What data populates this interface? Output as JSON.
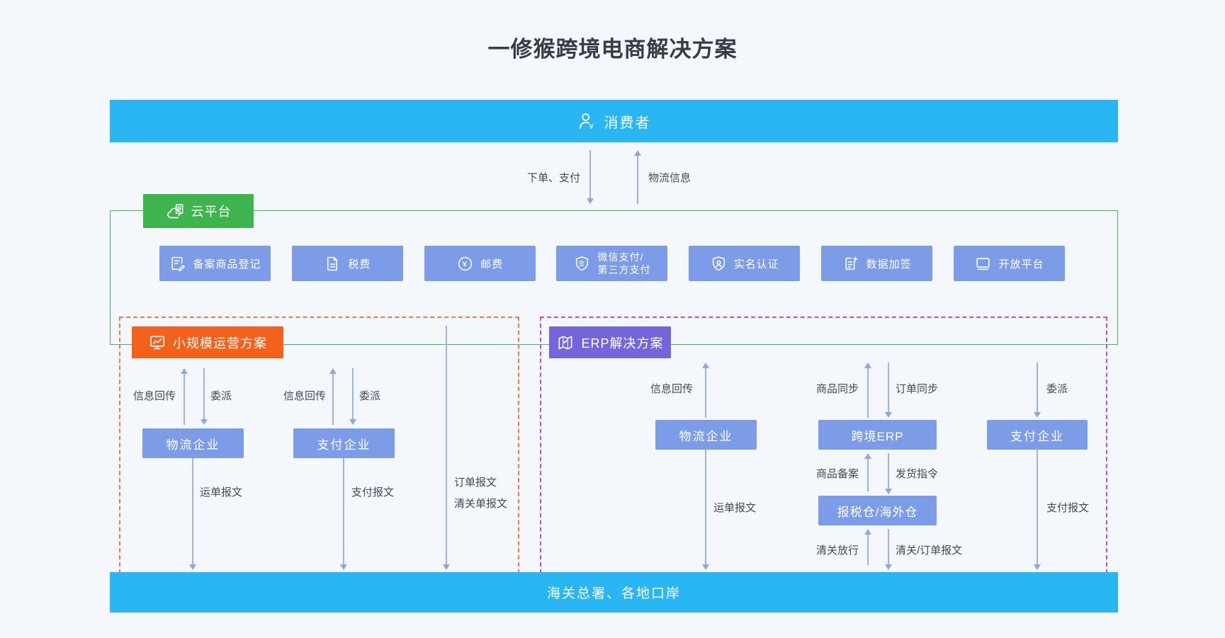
{
  "page": {
    "title": "一修猴跨境电商解决方案"
  },
  "colors": {
    "banner_blue": "#29b6f2",
    "box_blue": "#7d9ce8",
    "green": "#3db44d",
    "green_border": "#44b854",
    "orange": "#f4611c",
    "orange_dash": "#f5764b",
    "purple": "#7465da",
    "purple_dash": "#ac52e4",
    "arrow": "#9db2e8",
    "label_text": "#414a57",
    "background": "#f4f7fc"
  },
  "top_banner": {
    "label": "消费者",
    "icon": "consumer-yuan-icon"
  },
  "consumer_flows": {
    "down_label": "下单、支付",
    "up_label": "物流信息"
  },
  "cloud": {
    "label": "云平台",
    "icon": "cloud-server-icon",
    "services": [
      {
        "label": "备案商品登记",
        "icon": "registration-doc-pencil-icon"
      },
      {
        "label": "税费",
        "icon": "tax-doc-icon"
      },
      {
        "label": "邮费",
        "icon": "postage-yuan-circle-icon"
      },
      {
        "label": "微信支付/\n第三方支付",
        "icon": "wechat-pay-shield-icon"
      },
      {
        "label": "实名认证",
        "icon": "identity-shield-icon"
      },
      {
        "label": "数据加签",
        "icon": "data-sign-doc-icon"
      },
      {
        "label": "开放平台",
        "icon": "open-platform-monitor-icon"
      }
    ]
  },
  "small_scale": {
    "label": "小规模运营方案",
    "icon": "monitor-chart-icon",
    "boxes": {
      "logistics": "物流企业",
      "payment": "支付企业"
    },
    "flows": {
      "info_return_1": "信息回传",
      "delegate_1": "委派",
      "info_return_2": "信息回传",
      "delegate_2": "委派",
      "waybill_msg": "运单报文",
      "payment_msg": "支付报文",
      "order_msg_line1": "订单报文",
      "order_msg_line2": "清关单报文"
    }
  },
  "erp": {
    "label": "ERP解决方案",
    "icon": "map-check-icon",
    "boxes": {
      "logistics": "物流企业",
      "erp": "跨境ERP",
      "warehouse": "报税仓/海外仓",
      "payment": "支付企业"
    },
    "flows": {
      "info_return": "信息回传",
      "goods_sync": "商品同步",
      "order_sync": "订单同步",
      "delegate": "委派",
      "waybill_msg": "运单报文",
      "goods_record": "商品备案",
      "ship_cmd": "发货指令",
      "customs_release": "清关放行",
      "customs_order_msg": "清关/订单报文",
      "payment_msg": "支付报文"
    }
  },
  "bottom_banner": {
    "label": "海关总署、各地口岸"
  }
}
